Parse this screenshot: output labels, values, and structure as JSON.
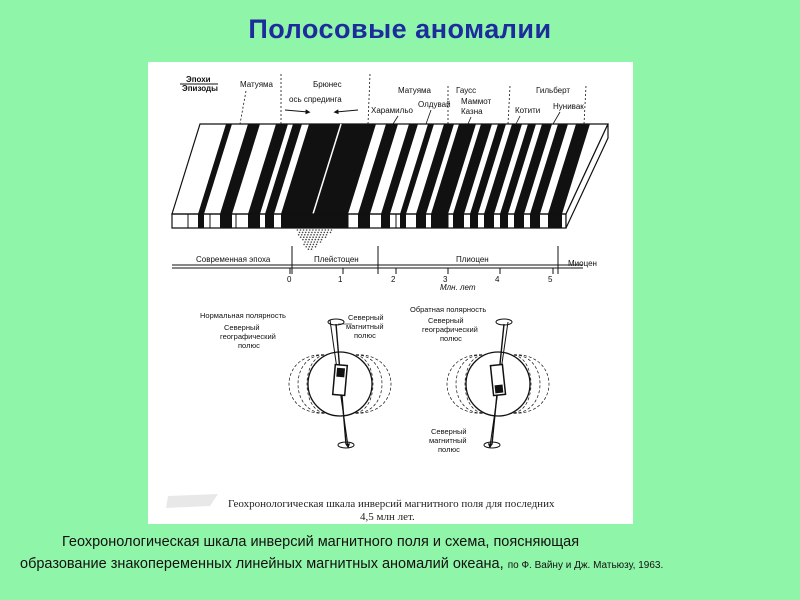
{
  "slide": {
    "title": "Полосовые аномалии"
  },
  "figure": {
    "header": {
      "epochs_label": "Эпохи",
      "episodes_label": "Эпизоды",
      "brunhes": "Брюнес",
      "spreading_axis": "ось спрединга",
      "matuyama_left": "Матуяма",
      "matuyama_right": "Матуяма",
      "gauss": "Гаусс",
      "gilbert": "Гильберт",
      "jaramillo": "Харамильо",
      "olduvai": "Олдувай",
      "mammoth": "Маммот",
      "kaena": "Казна",
      "cochiti": "Котити",
      "nunivak": "Нунивак"
    },
    "timescale": {
      "modern_epoch": "Современная эпоха",
      "pleistocene": "Плейстоцен",
      "pliocene": "Плиоцен",
      "miocene": "Миоцен",
      "ticks": [
        "0",
        "1",
        "2",
        "3",
        "4",
        "5"
      ],
      "unit": "Млн. лет"
    },
    "poles": {
      "normal_polarity": "Нормальная полярность",
      "north_geographic_left": "Северный географический полюс",
      "north_magnetic_left": "Северный магнитный полюс",
      "reverse_polarity": "Обратная полярность",
      "north_geographic_right": "Северный географический полюс",
      "north_magnetic_right": "Северный магнитный полюс"
    },
    "caption_line1": "Геохронологическая шкала инверсий магнитного поля для последних",
    "caption_line2": "4,5 млн лет."
  },
  "caption": {
    "line1": "Геохронологическая шкала инверсий магнитного поля и схема, поясняющая",
    "line2": "образование знакопеременных линейных магнитных аномалий океана,",
    "source": "по Ф. Вайну и Дж. Матьюзу, 1963."
  },
  "colors": {
    "background": "#8ff5a8",
    "title": "#1c2c9c",
    "ink": "#111111"
  }
}
